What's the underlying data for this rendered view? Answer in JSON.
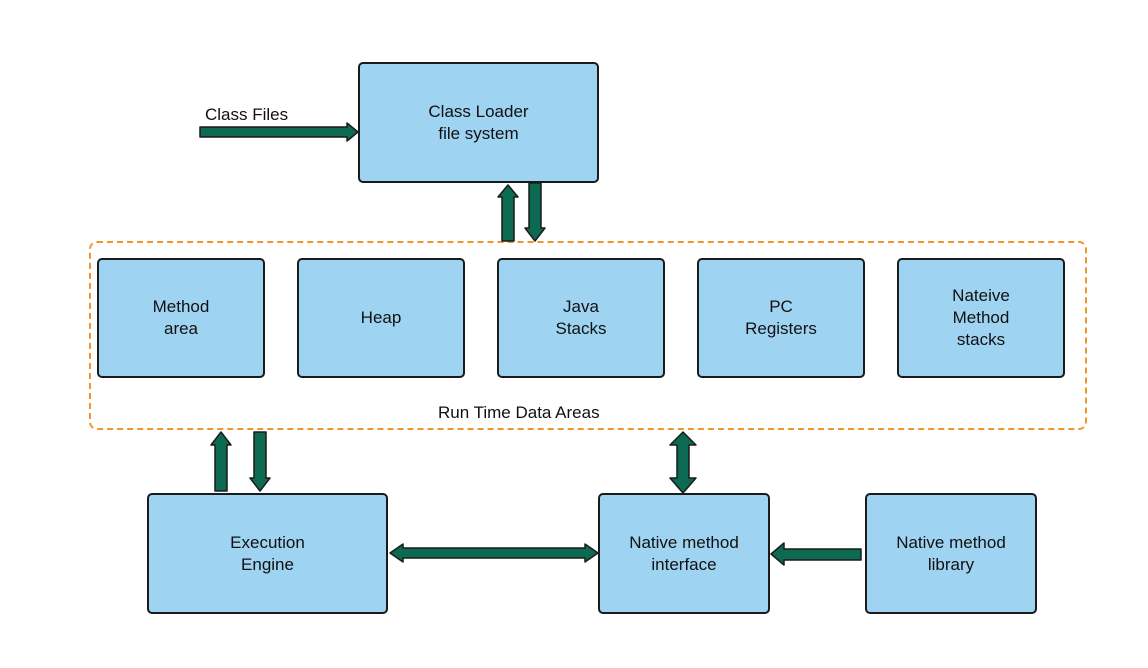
{
  "inputs": {
    "class_files_label": "Class Files"
  },
  "class_loader": {
    "line1": "Class Loader",
    "line2": "file system"
  },
  "runtime": {
    "label": "Run Time Data Areas",
    "method_area": {
      "line1": "Method",
      "line2": "area"
    },
    "heap": {
      "line1": "Heap"
    },
    "java_stacks": {
      "line1": "Java",
      "line2": "Stacks"
    },
    "pc_registers": {
      "line1": "PC",
      "line2": "Registers"
    },
    "native_method_stacks": {
      "line1": "Nateive",
      "line2": "Method",
      "line3": "stacks"
    }
  },
  "execution_engine": {
    "line1": "Execution",
    "line2": "Engine"
  },
  "native_method_interface": {
    "line1": "Native method",
    "line2": "interface"
  },
  "native_method_library": {
    "line1": "Native method",
    "line2": "library"
  },
  "colors": {
    "box_fill": "#9fd3f2",
    "arrow_fill": "#0d6a52",
    "dashed_border": "#f0962e"
  }
}
